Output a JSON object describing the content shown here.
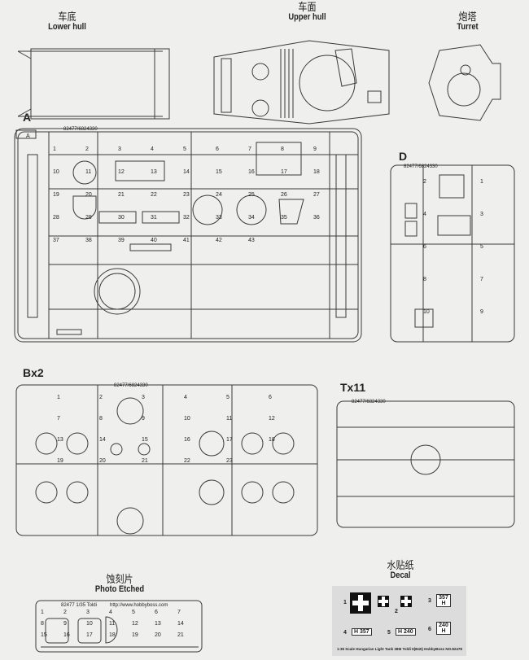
{
  "assemblies": {
    "lower_hull": {
      "cn": "车底",
      "en": "Lower hull"
    },
    "upper_hull": {
      "cn": "车面",
      "en": "Upper hull"
    },
    "turret": {
      "cn": "炮塔",
      "en": "Turret"
    }
  },
  "sprues": {
    "A": {
      "title": "A",
      "tag": "A",
      "code": "82477/6824330",
      "parts": [
        "1",
        "2",
        "3",
        "4",
        "5",
        "6",
        "7",
        "8",
        "9",
        "10",
        "11",
        "12",
        "13",
        "14",
        "15",
        "16",
        "17",
        "18",
        "19",
        "20",
        "21",
        "22",
        "23",
        "24",
        "25",
        "26",
        "27",
        "28",
        "29",
        "30",
        "31",
        "32",
        "33",
        "34",
        "35",
        "36",
        "37",
        "38",
        "39",
        "40",
        "41",
        "42",
        "43"
      ]
    },
    "D": {
      "title": "D",
      "code": "82477/6824330",
      "parts": [
        "1",
        "2",
        "3",
        "4",
        "5",
        "6",
        "7",
        "8",
        "9",
        "10"
      ]
    },
    "B": {
      "title": "Bx2",
      "code": "82477/6824330",
      "parts": [
        "1",
        "2",
        "3",
        "4",
        "5",
        "6",
        "7",
        "8",
        "9",
        "10",
        "11",
        "12",
        "13",
        "14",
        "15",
        "16",
        "17",
        "18",
        "19",
        "20",
        "21",
        "22",
        "23"
      ]
    },
    "T": {
      "title": "Tx11",
      "code": "82477/6824330"
    }
  },
  "photo_etched": {
    "cn": "蚀刻片",
    "en": "Photo Etched",
    "header_code": "82477  1/35  Toldi",
    "header_url": "http://www.hobbyboss.com",
    "parts": [
      "1",
      "2",
      "3",
      "4",
      "5",
      "6",
      "7",
      "8",
      "9",
      "10",
      "11",
      "12",
      "13",
      "14",
      "15",
      "16",
      "17",
      "18",
      "19",
      "20",
      "21"
    ]
  },
  "decal": {
    "cn": "水贴纸",
    "en": "Decal",
    "items": [
      {
        "num": "1",
        "type": "cross"
      },
      {
        "num": "2",
        "type": "cross"
      },
      {
        "num": "3",
        "text": "357 H"
      },
      {
        "num": "4",
        "text": "H 357"
      },
      {
        "num": "5",
        "text": "H 240"
      },
      {
        "num": "6",
        "text": "240 H"
      }
    ],
    "footer": "1:35 Scale Hungarian Light Tank 38M Toldi II(B40) HobbyBoss NO.82478"
  },
  "colors": {
    "line": "#3a3a3a",
    "paper": "#efefed",
    "decal_sheet": "#dcdcdc"
  }
}
